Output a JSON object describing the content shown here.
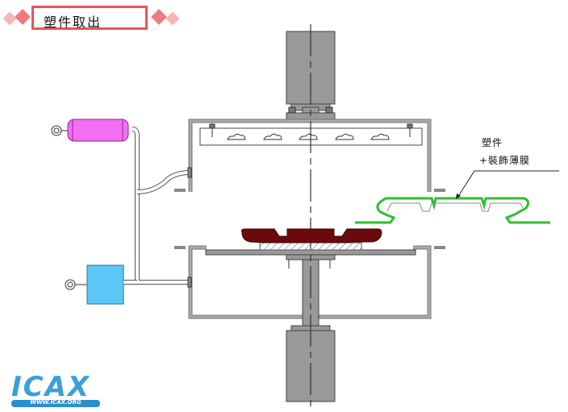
{
  "title": "塑件取出",
  "labels": {
    "part_line1": "塑件",
    "part_line2": "+裝飾薄膜"
  },
  "logo": {
    "name": "ICAX",
    "url": "WWW.ICAX.ORG"
  },
  "colors": {
    "title_border": "#e8555a",
    "diamond_dark": "#f07a7d",
    "diamond_light": "#f8b5b7",
    "steel": "#999999",
    "steel_dark": "#555555",
    "tank": "#f26ef2",
    "box": "#5cc8f8",
    "part": "#6b0a0a",
    "film": "#3fd43f",
    "logo": "#3aa0d8"
  }
}
